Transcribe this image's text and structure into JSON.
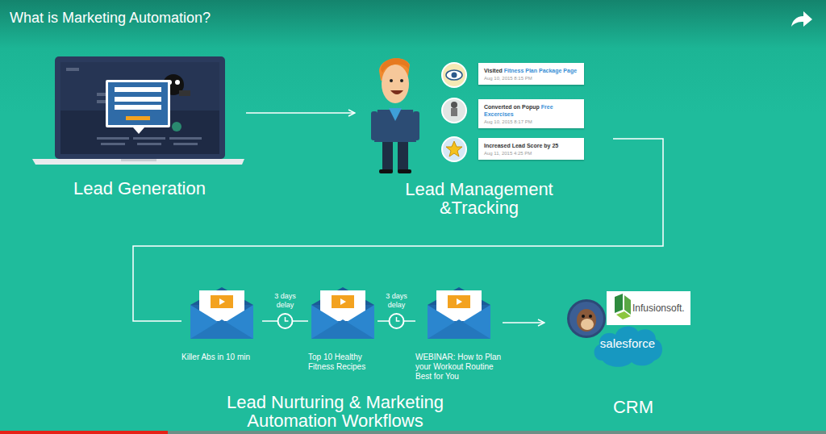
{
  "diagram": {
    "title": "What is Marketing Automation?",
    "nodes": [
      {
        "text": [
          "Lead Generation"
        ]
      },
      {
        "text": [
          "Lead Management &Tracking"
        ]
      },
      {
        "text": [
          "Visited",
          "Fitness Plan Package Page",
          "Aug 10, 2015 8:15 PM"
        ],
        "in": 1
      },
      {
        "text": [
          "Converted on Popup",
          "Free Excercises",
          "Aug 10, 2015 8:17 PM"
        ],
        "in": 1
      },
      {
        "text": [
          "Increased Lead Score by 25",
          "Aug 11, 2015 4:25 PM"
        ],
        "in": 1
      },
      {
        "text": [
          "Killer Abs in 10 min"
        ]
      },
      {
        "text": [
          "Top 10 Healthy Fitness Recipes"
        ]
      },
      {
        "text": [
          "WEBINAR: How to Plan your Workout Routine Best for You"
        ]
      },
      {
        "text": [
          "CRM"
        ]
      },
      {
        "text": [
          "Infusionsoft."
        ],
        "in": 8
      },
      {
        "text": [
          "salesforce"
        ],
        "in": 8
      }
    ],
    "edges": [
      {
        "from": 0,
        "to": 1,
        "arrow": "to"
      },
      {
        "from": 1,
        "to": 5,
        "arrow": "none"
      },
      {
        "from": 5,
        "to": 6,
        "label": "3 days delay",
        "arrow": "none"
      },
      {
        "from": 6,
        "to": 7,
        "label": "3 days delay",
        "arrow": "none"
      },
      {
        "from": 7,
        "to": 8,
        "arrow": "to"
      }
    ],
    "labels": [
      "Lead Nurturing & Marketing Automation Workflows"
    ]
  }
}
